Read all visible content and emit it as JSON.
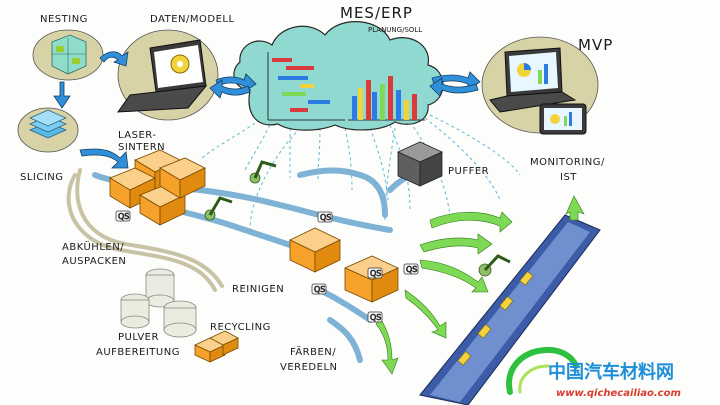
{
  "labels": {
    "nesting": "NESTING",
    "daten_modell": "DATEN/MODELL",
    "mes_erp": "MES/ERP",
    "planung_soll": "PLANUNG/SOLL",
    "mvp": "MVP",
    "laser_sintern_1": "LASER-",
    "laser_sintern_2": "SINTERN",
    "slicing": "SLICING",
    "puffer": "PUFFER",
    "monitoring_1": "MONITORING/",
    "monitoring_2": "IST",
    "abkuehlen_1": "ABKÜHLEN/",
    "abkuehlen_2": "AUSPACKEN",
    "reinigen": "REINIGEN",
    "pulver_1": "PULVER",
    "pulver_2": "AUFBEREITUNG",
    "recycling": "RECYCLING",
    "faerben_1": "FÄRBEN/",
    "faerben_2": "VEREDELN",
    "qs": "QS"
  },
  "watermark": {
    "cn_text": "中国汽车材料网",
    "url": "www.qichecailiao.com"
  },
  "icons": [
    "cloud-icon",
    "laptop-icon",
    "tablet-icon",
    "gantt-chart-icon",
    "bar-chart-icon",
    "gear-icon",
    "robot-arm-icon",
    "printer-icon",
    "tank-icon",
    "arrow-icon",
    "watermark-logo-icon"
  ],
  "colors": {
    "cloud": "#8fd9d0",
    "orange": "#f5a12a",
    "conveyor": "#7eb3d6",
    "green_arrow": "#7ed957",
    "blue_arrow": "#2f8fd8",
    "olive_blob": "#d8d3a6",
    "navy_belt": "#3c5ca8"
  }
}
